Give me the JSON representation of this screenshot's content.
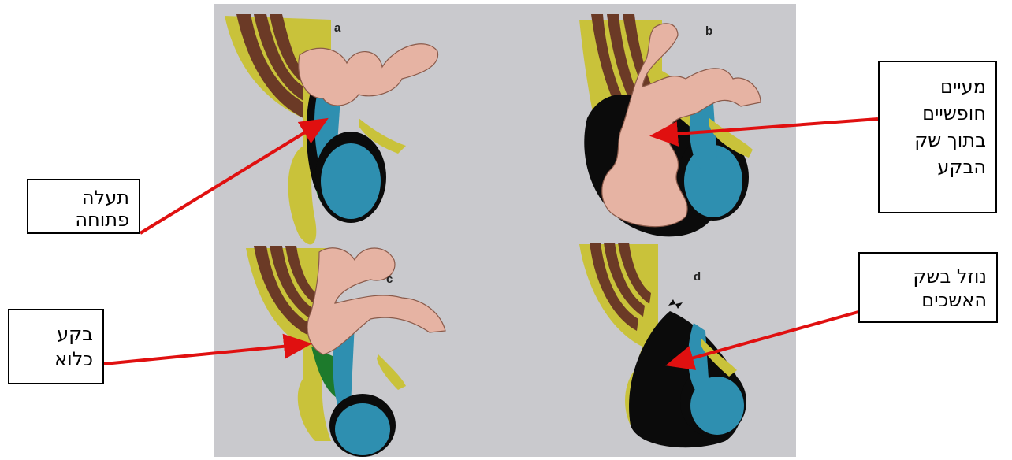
{
  "panels": [
    {
      "id": "a",
      "letter": "a"
    },
    {
      "id": "b",
      "letter": "b"
    },
    {
      "id": "c",
      "letter": "c"
    },
    {
      "id": "d",
      "letter": "d"
    }
  ],
  "callouts": {
    "a": {
      "lines": [
        "תעלה",
        "פתוחה"
      ]
    },
    "b": {
      "lines": [
        "מעיים",
        "חופשיים",
        "בתוך שק",
        "הבקע"
      ]
    },
    "c": {
      "lines": [
        "בקע",
        "כלוא"
      ]
    },
    "d": {
      "lines": [
        "נוזל בשק",
        "האשכים"
      ]
    }
  },
  "colors": {
    "background": "#c9c9cd",
    "intestine": "#e6b3a3",
    "testis": "#2e8fb0",
    "muscle": "#6b3a26",
    "fat": "#c9c23a",
    "green_canal": "#1d7a2c",
    "fluid": "#0b0b0b",
    "arrow": "#e01010"
  }
}
